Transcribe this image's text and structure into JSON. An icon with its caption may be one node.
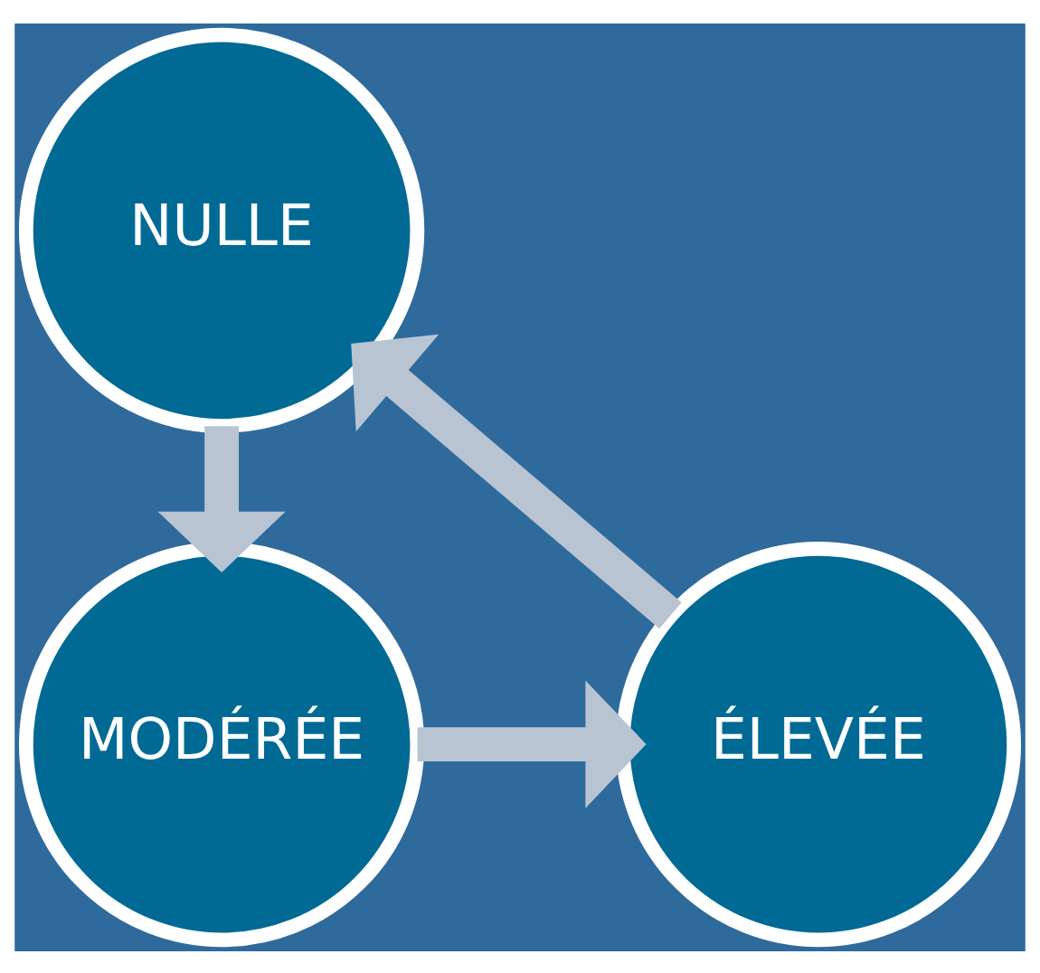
{
  "diagram": {
    "nodes": [
      {
        "text": [
          "NULLE"
        ]
      },
      {
        "text": [
          "MODÉRÉE"
        ]
      },
      {
        "text": [
          "ÉLEVÉE"
        ]
      }
    ],
    "edges": [
      {
        "from": 0,
        "to": 1,
        "arrow": "to"
      },
      {
        "from": 1,
        "to": 2,
        "arrow": "to"
      },
      {
        "from": 2,
        "to": 0,
        "arrow": "to"
      }
    ]
  }
}
